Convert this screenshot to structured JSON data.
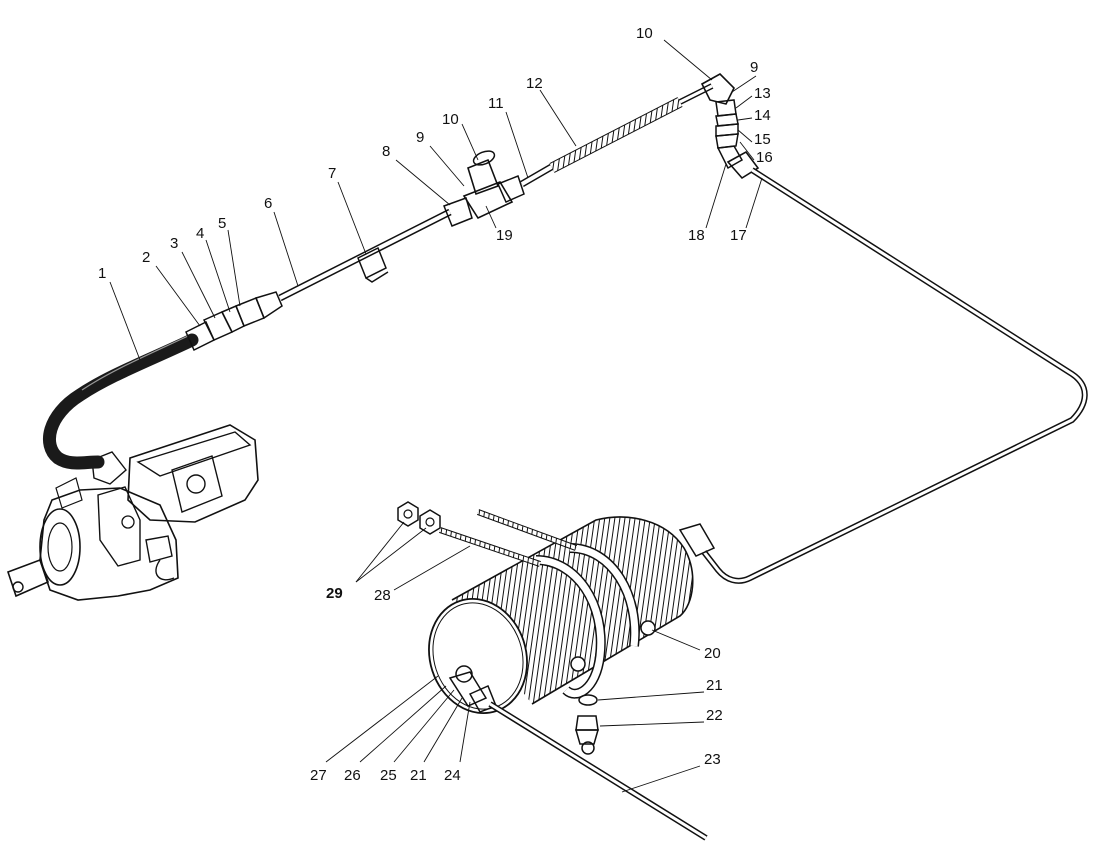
{
  "colors": {
    "ink": "#111111",
    "paper": "#ffffff",
    "hose": "#1a1a1a"
  },
  "callouts": [
    {
      "id": "c1",
      "text": "1"
    },
    {
      "id": "c2",
      "text": "2"
    },
    {
      "id": "c3",
      "text": "3"
    },
    {
      "id": "c4",
      "text": "4"
    },
    {
      "id": "c5",
      "text": "5"
    },
    {
      "id": "c6",
      "text": "6"
    },
    {
      "id": "c7",
      "text": "7"
    },
    {
      "id": "c8",
      "text": "8"
    },
    {
      "id": "c9a",
      "text": "9"
    },
    {
      "id": "c10a",
      "text": "10"
    },
    {
      "id": "c11",
      "text": "11"
    },
    {
      "id": "c12",
      "text": "12"
    },
    {
      "id": "c10b",
      "text": "10"
    },
    {
      "id": "c9b",
      "text": "9"
    },
    {
      "id": "c13",
      "text": "13"
    },
    {
      "id": "c14",
      "text": "14"
    },
    {
      "id": "c15",
      "text": "15"
    },
    {
      "id": "c16",
      "text": "16"
    },
    {
      "id": "c18",
      "text": "18"
    },
    {
      "id": "c17",
      "text": "17"
    },
    {
      "id": "c19",
      "text": "19"
    },
    {
      "id": "c20",
      "text": "20"
    },
    {
      "id": "c21a",
      "text": "21"
    },
    {
      "id": "c22",
      "text": "22"
    },
    {
      "id": "c23",
      "text": "23"
    },
    {
      "id": "c24",
      "text": "24"
    },
    {
      "id": "c21b",
      "text": "21"
    },
    {
      "id": "c25",
      "text": "25"
    },
    {
      "id": "c26",
      "text": "26"
    },
    {
      "id": "c27",
      "text": "27"
    },
    {
      "id": "c28",
      "text": "28"
    },
    {
      "id": "c29",
      "text": "29"
    }
  ]
}
